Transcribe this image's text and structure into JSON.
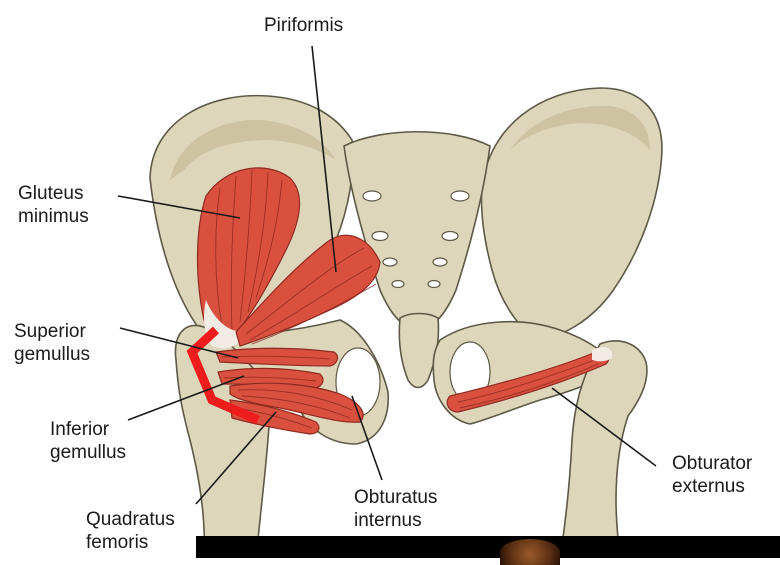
{
  "labels": {
    "piriformis": "Piriformis",
    "gluteus_minimus": [
      "Gluteus",
      "minimus"
    ],
    "superior_gemullus": [
      "Superior",
      "gemullus"
    ],
    "inferior_gemullus": [
      "Inferior",
      "gemullus"
    ],
    "quadratus_femoris": [
      "Quadratus",
      "femoris"
    ],
    "obturatus_internus": [
      "Obturatus",
      "internus"
    ],
    "obturator_externus": [
      "Obturator",
      "externus"
    ]
  },
  "colors": {
    "bone": "#ded6bb",
    "muscle": "#d9503f",
    "highlight_bracket": "#ee1c1c"
  }
}
